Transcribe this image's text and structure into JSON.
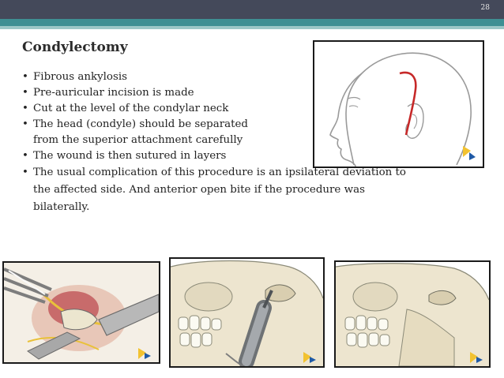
{
  "slide": {
    "page_number": "28",
    "title": "Condylectomy",
    "bullets": [
      "Fibrous ankylosis",
      "Pre-auricular incision is made",
      "Cut at the level of the condylar neck",
      "The head (condyle) should be separated\nfrom the superior attachment carefully",
      "The wound is then sutured in layers",
      "The usual complication of this procedure is an ipsilateral deviation to\nthe affected side. And anterior open bite if the procedure was\nbilaterally."
    ]
  },
  "colors": {
    "header_dark": "#44495a",
    "accent_teal": "#3f8f93",
    "incision_red": "#c62828",
    "logo_yellow": "#f2c230",
    "logo_blue": "#1f5aa6"
  },
  "images": [
    {
      "name": "head-profile-incision-illustration"
    },
    {
      "name": "surgical-exposure-illustration"
    },
    {
      "name": "condyle-cutting-drill-illustration"
    },
    {
      "name": "condyle-removed-illustration"
    }
  ]
}
